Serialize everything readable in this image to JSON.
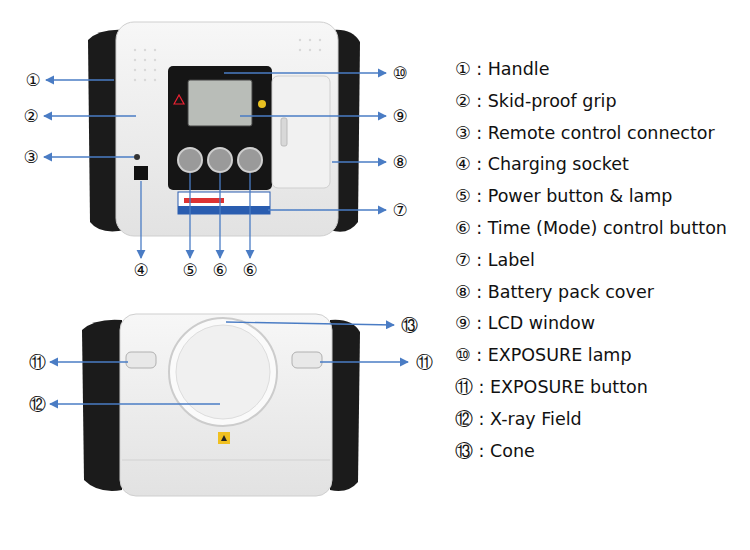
{
  "diagram": {
    "labels": [
      "①",
      "②",
      "③",
      "④",
      "⑤",
      "⑥",
      "⑥",
      "⑦",
      "⑧",
      "⑨",
      "⑩",
      "⑪",
      "⑪",
      "⑫",
      "⑬",
      "① : Handle",
      "② : Skid-proof grip",
      "③ : Remote control connector",
      "④ : Charging socket",
      "⑤ : Power button & lamp",
      "⑥ : Time (Mode) control button",
      "⑦ : Label",
      "⑧ : Battery pack cover",
      "⑨ : LCD window",
      "⑩ : EXPOSURE lamp",
      "⑪ : EXPOSURE button",
      "⑫ : X-ray Field",
      "⑬ : Cone"
    ]
  }
}
